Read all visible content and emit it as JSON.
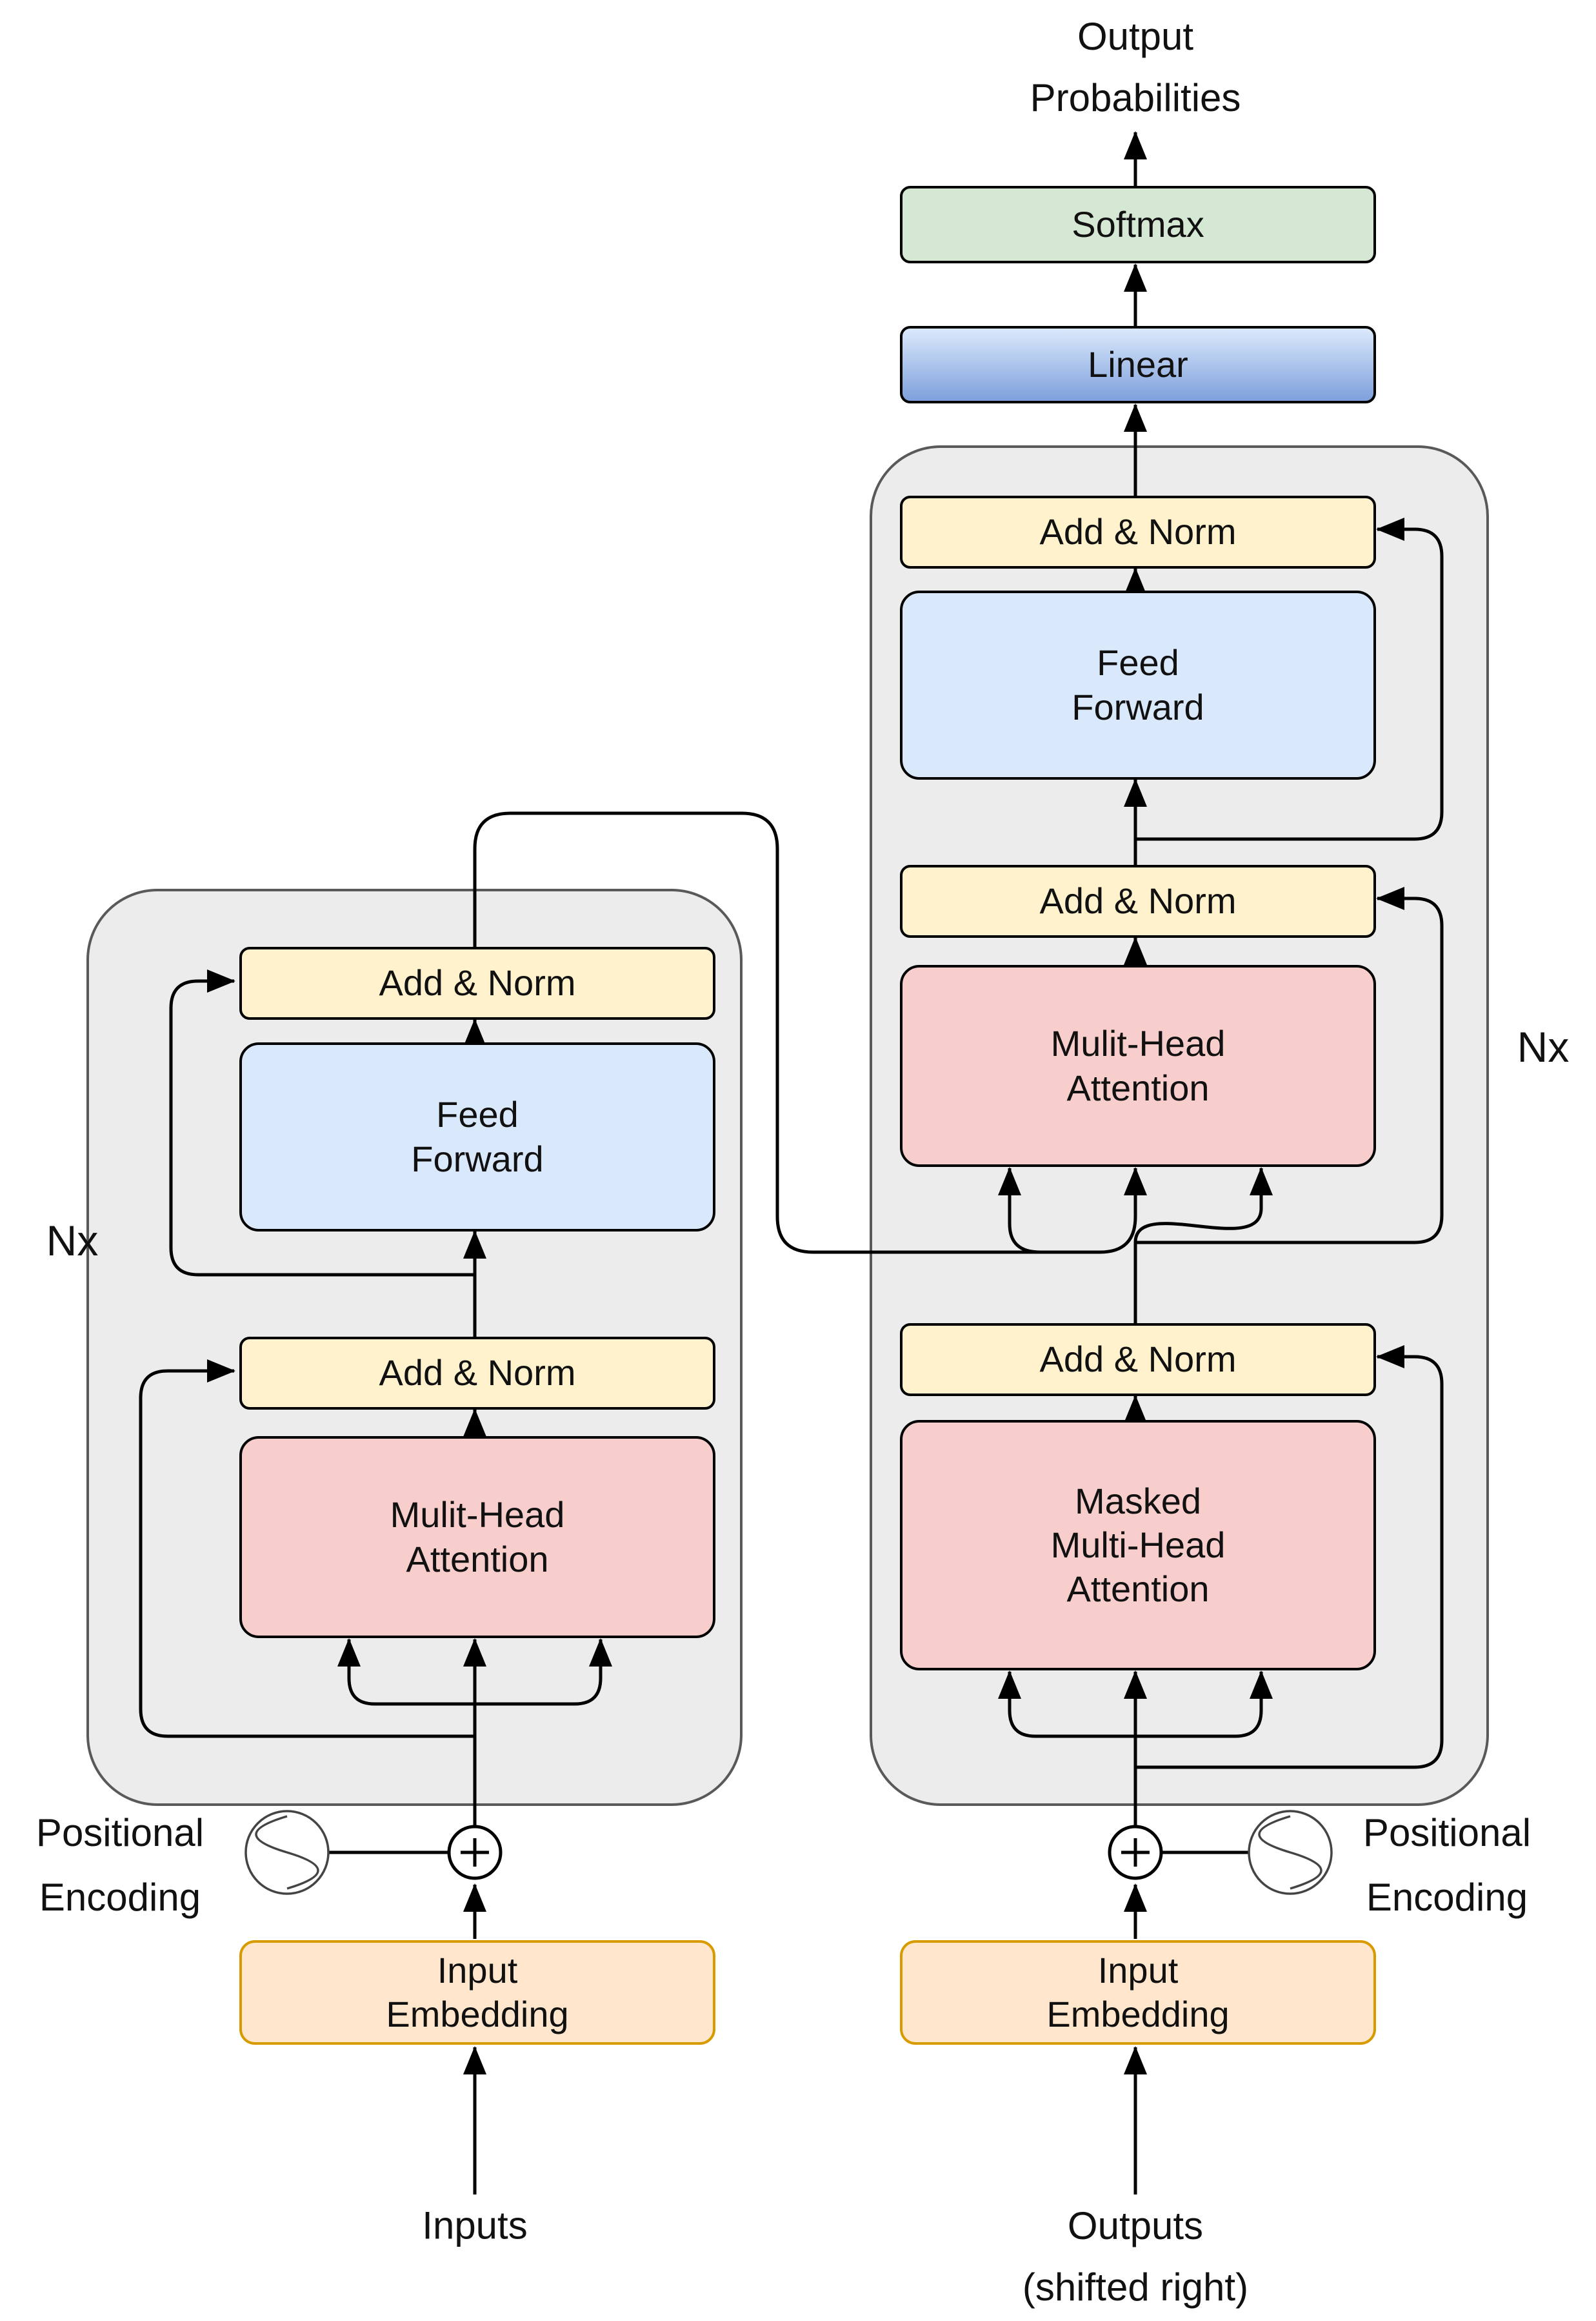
{
  "diagram_title": "Transformer model architecture",
  "labels": {
    "output_probabilities": "Output\nProbabilities",
    "inputs": "Inputs",
    "outputs_shifted": "Outputs\n(shifted right)",
    "nx_left": "Nx",
    "nx_right": "Nx",
    "positional_encoding_left": "Positional\nEncoding",
    "positional_encoding_right": "Positional\nEncoding"
  },
  "encoder": {
    "blocks": {
      "add_norm_top": "Add & Norm",
      "feed_forward": "Feed\nForward",
      "add_norm_bottom": "Add & Norm",
      "multi_head_attention": "Mulit-Head\nAttention",
      "input_embedding": "Input\nEmbedding"
    }
  },
  "decoder": {
    "blocks": {
      "softmax": "Softmax",
      "linear": "Linear",
      "add_norm_top": "Add & Norm",
      "feed_forward": "Feed\nForward",
      "add_norm_middle": "Add & Norm",
      "multi_head_attention": "Mulit-Head\nAttention",
      "add_norm_bottom": "Add & Norm",
      "masked_multi_head_attention": "Masked\nMulti-Head\nAttention",
      "input_embedding": "Input\nEmbedding"
    }
  },
  "icons": {
    "sum_left": "plus-circle-icon",
    "sum_right": "plus-circle-icon",
    "positional_left": "sine-wave-icon",
    "positional_right": "sine-wave-icon"
  },
  "colors": {
    "add_norm": "#fff2cc",
    "feed_forward": "#dae8fc",
    "attention": "#f8cecc",
    "softmax": "#d5e8d4",
    "linear_top": "#dbe9fb",
    "linear_bottom": "#7ea0dc",
    "embedding": "#ffe6cc",
    "embedding_border": "#d79b00",
    "container_fill": "#ececec",
    "container_border": "#595959",
    "line": "#000000"
  }
}
